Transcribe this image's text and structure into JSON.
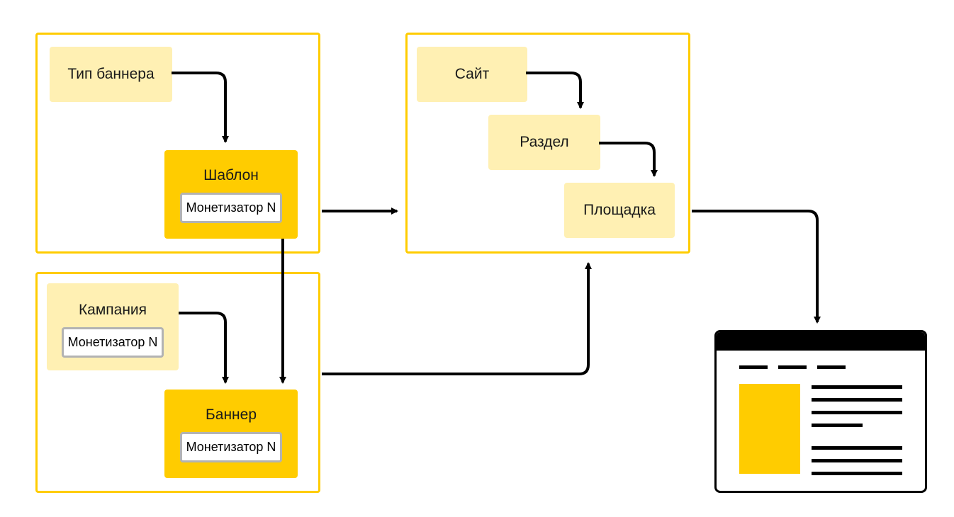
{
  "nodes": {
    "banner_type": "Тип баннера",
    "template": "Шаблон",
    "template_monetizer": "Монетизатор N",
    "campaign": "Кампания",
    "campaign_monetizer": "Монетизатор N",
    "banner": "Баннер",
    "banner_monetizer": "Монетизатор N",
    "site": "Сайт",
    "section": "Раздел",
    "placement": "Площадка"
  },
  "colors": {
    "group_border": "#ffcc00",
    "light_node": "#fff0b3",
    "strong_node": "#ffcc00",
    "monetizer_border": "#b3b3b3",
    "arrow": "#000000"
  },
  "icons": {
    "webpage": "webpage-preview-icon"
  }
}
